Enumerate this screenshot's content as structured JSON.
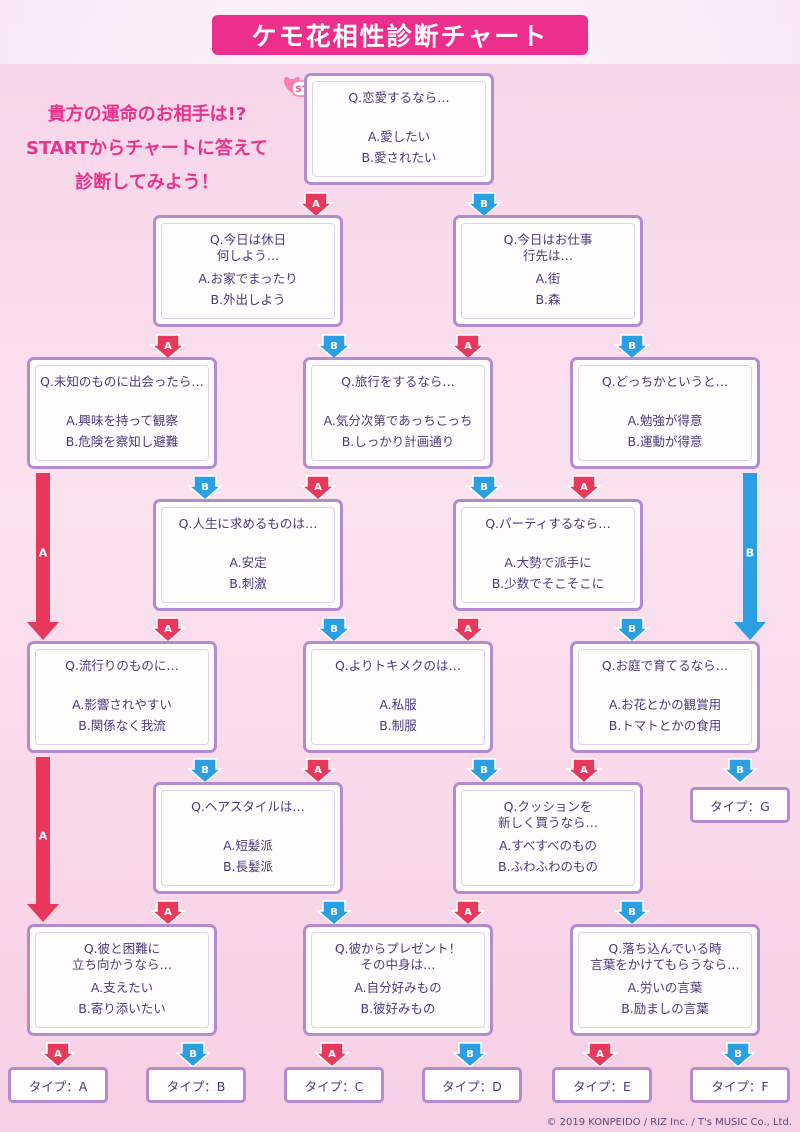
{
  "title": "ケモ花相性診断チャート",
  "intro": [
    "貴方の運命のお相手は!?",
    "STARTからチャートに答えて",
    "診断してみよう！"
  ],
  "start_label": "START",
  "arrow_labels": {
    "a": "A",
    "b": "B"
  },
  "questions": [
    {
      "lines": [
        "Q.恋愛するなら…"
      ],
      "a": "A.愛したい",
      "b": "B.愛されたい"
    },
    {
      "lines": [
        "Q.今日は休日",
        "何しよう…"
      ],
      "a": "A.お家でまったり",
      "b": "B.外出しよう"
    },
    {
      "lines": [
        "Q.今日はお仕事",
        "行先は…"
      ],
      "a": "A.街",
      "b": "B.森"
    },
    {
      "lines": [
        "Q.未知のものに出会ったら…"
      ],
      "a": "A.興味を持って観察",
      "b": "B.危険を察知し避難"
    },
    {
      "lines": [
        "Q.旅行をするなら…"
      ],
      "a": "A.気分次第であっちこっち",
      "b": "B.しっかり計画通り"
    },
    {
      "lines": [
        "Q.どっちかというと…"
      ],
      "a": "A.勉強が得意",
      "b": "B.運動が得意"
    },
    {
      "lines": [
        "Q.人生に求めるものは…"
      ],
      "a": "A.安定",
      "b": "B.刺激"
    },
    {
      "lines": [
        "Q.パーティするなら…"
      ],
      "a": "A.大勢で派手に",
      "b": "B.少数でそこそこに"
    },
    {
      "lines": [
        "Q.流行りのものに…"
      ],
      "a": "A.影響されやすい",
      "b": "B.関係なく我流"
    },
    {
      "lines": [
        "Q.よりトキメクのは…"
      ],
      "a": "A.私服",
      "b": "B.制服"
    },
    {
      "lines": [
        "Q.お庭で育てるなら…"
      ],
      "a": "A.お花とかの観賞用",
      "b": "B.トマトとかの食用"
    },
    {
      "lines": [
        "Q.ヘアスタイルは…"
      ],
      "a": "A.短髪派",
      "b": "B.長髪派"
    },
    {
      "lines": [
        "Q.クッションを",
        "新しく買うなら…"
      ],
      "a": "A.すべすべのもの",
      "b": "B.ふわふわのもの"
    },
    {
      "lines": [
        "Q.彼と困難に",
        "立ち向かうなら…"
      ],
      "a": "A.支えたい",
      "b": "B.寄り添いたい"
    },
    {
      "lines": [
        "Q.彼からプレゼント！",
        "その中身は…"
      ],
      "a": "A.自分好みもの",
      "b": "B.彼好みもの"
    },
    {
      "lines": [
        "Q.落ち込んでいる時",
        "言葉をかけてもらうなら…"
      ],
      "a": "A.労いの言葉",
      "b": "B.励ましの言葉"
    }
  ],
  "types": [
    "タイプ：A",
    "タイプ：B",
    "タイプ：C",
    "タイプ：D",
    "タイプ：E",
    "タイプ：F",
    "タイプ：G"
  ],
  "copyright": "© 2019 KONPEIDO / RIZ Inc. / T's MUSIC Co., Ltd.",
  "colors": {
    "title_bg": "#ec2f8c",
    "arrow_a": "#e8385c",
    "arrow_b": "#2a9fe3",
    "box_border": "#b38bd0",
    "text": "#4a3a7c"
  }
}
